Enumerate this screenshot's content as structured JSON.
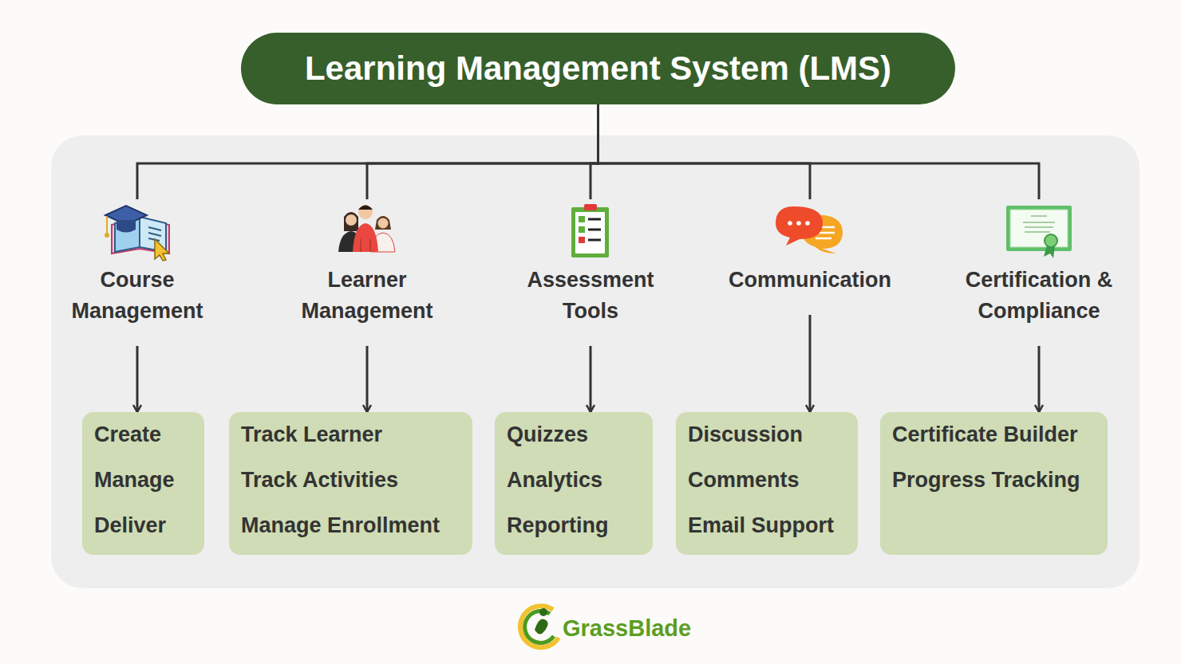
{
  "diagram": {
    "nodes": [
      {
        "text": [
          "Learning Management System (LMS)"
        ]
      },
      {
        "text": [
          "Course Management"
        ]
      },
      {
        "text": [
          "Learner Management"
        ]
      },
      {
        "text": [
          "Assessment Tools"
        ]
      },
      {
        "text": [
          "Communication"
        ]
      },
      {
        "text": [
          "Certification & Compliance"
        ]
      },
      {
        "text": [
          "Create",
          "Manage",
          "Deliver"
        ]
      },
      {
        "text": [
          "Track Learner",
          "Track Activities",
          "Manage Enrollment"
        ]
      },
      {
        "text": [
          "Quizzes",
          "Analytics",
          "Reporting"
        ]
      },
      {
        "text": [
          "Discussion",
          "Comments",
          "Email Support"
        ]
      },
      {
        "text": [
          "Certificate Builder",
          "Progress Tracking"
        ]
      }
    ],
    "edges": [
      {
        "from": 0,
        "to": 1,
        "arrow": "none"
      },
      {
        "from": 0,
        "to": 2,
        "arrow": "none"
      },
      {
        "from": 0,
        "to": 3,
        "arrow": "none"
      },
      {
        "from": 0,
        "to": 4,
        "arrow": "none"
      },
      {
        "from": 0,
        "to": 5,
        "arrow": "none"
      },
      {
        "from": 1,
        "to": 6,
        "arrow": "to"
      },
      {
        "from": 2,
        "to": 7,
        "arrow": "to"
      },
      {
        "from": 3,
        "to": 8,
        "arrow": "to"
      },
      {
        "from": 4,
        "to": 9,
        "arrow": "to"
      },
      {
        "from": 5,
        "to": 10,
        "arrow": "to"
      }
    ],
    "labels": [
      "GrassBlade"
    ]
  }
}
